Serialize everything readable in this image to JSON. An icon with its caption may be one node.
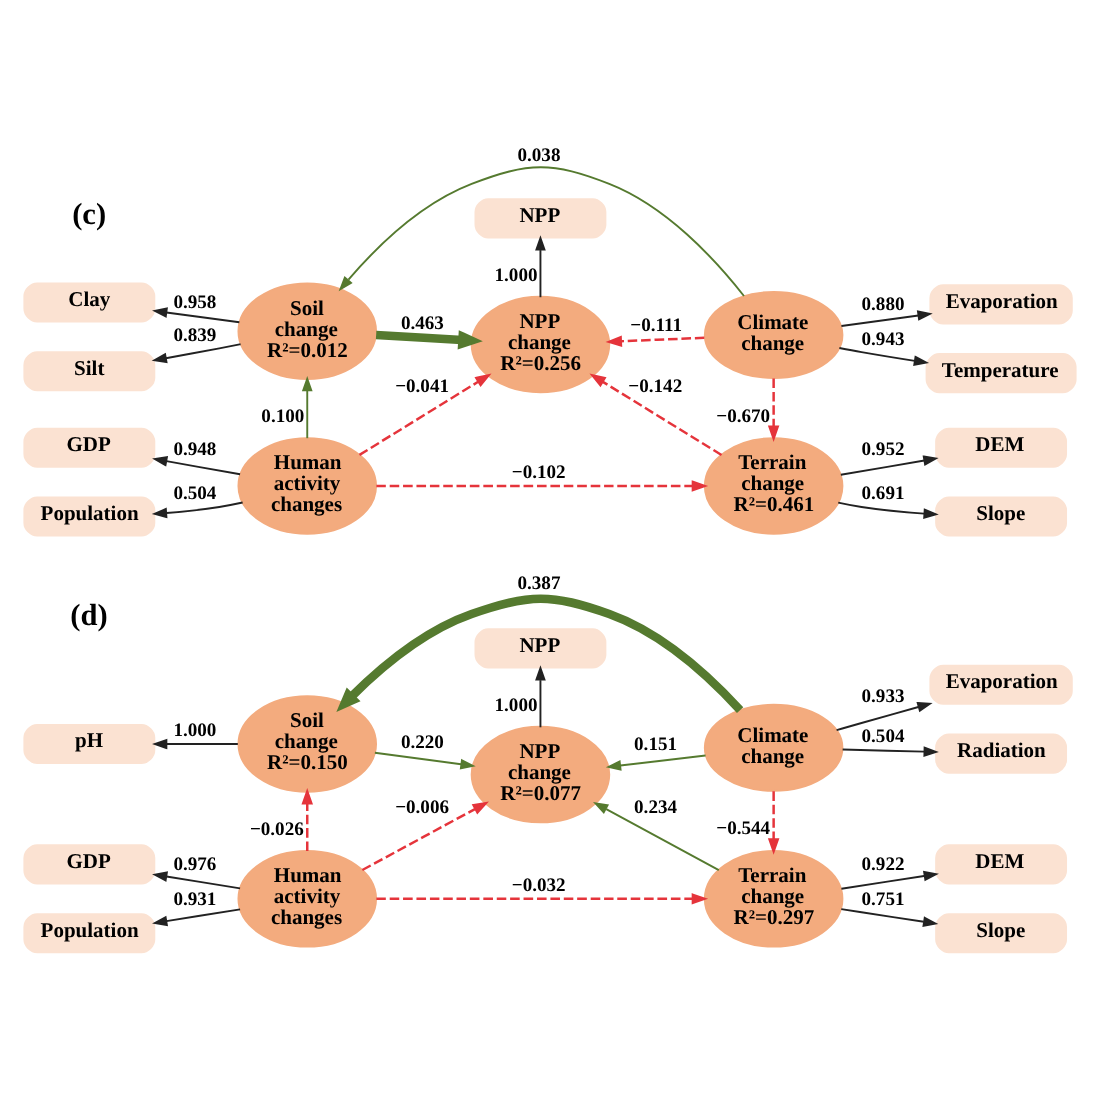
{
  "diagram": {
    "nodes": [
      {
        "text": [
          "Clay"
        ]
      },
      {
        "text": [
          "Silt"
        ]
      },
      {
        "text": [
          "Soil change",
          "R²=0.012"
        ]
      },
      {
        "text": [
          "Climate change"
        ]
      },
      {
        "text": [
          "Evaporation"
        ]
      },
      {
        "text": [
          "Temperature"
        ]
      },
      {
        "text": [
          "NPP"
        ]
      },
      {
        "text": [
          "NPP change",
          "R²=0.256"
        ]
      },
      {
        "text": [
          "GDP"
        ]
      },
      {
        "text": [
          "Population"
        ]
      },
      {
        "text": [
          "Human activity changes"
        ]
      },
      {
        "text": [
          "Terrain change",
          "R²=0.461"
        ]
      },
      {
        "text": [
          "DEM"
        ]
      },
      {
        "text": [
          "Slope"
        ]
      },
      {
        "text": [
          "pH"
        ]
      },
      {
        "text": [
          "Soil change",
          "R²=0.150"
        ]
      },
      {
        "text": [
          "Climate change"
        ]
      },
      {
        "text": [
          "Evaporation"
        ]
      },
      {
        "text": [
          "Radiation"
        ]
      },
      {
        "text": [
          "NPP"
        ]
      },
      {
        "text": [
          "NPP change",
          "R²=0.077"
        ]
      },
      {
        "text": [
          "GDP"
        ]
      },
      {
        "text": [
          "Population"
        ]
      },
      {
        "text": [
          "Human activity changes"
        ]
      },
      {
        "text": [
          "Terrain change",
          "R²=0.297"
        ]
      },
      {
        "text": [
          "DEM"
        ]
      },
      {
        "text": [
          "Slope"
        ]
      }
    ],
    "edges": [
      {
        "from": 2,
        "to": 0,
        "arrow": "to",
        "label": "0.958"
      },
      {
        "from": 2,
        "to": 1,
        "arrow": "to",
        "label": "0.839"
      },
      {
        "from": 3,
        "to": 2,
        "arrow": "to",
        "label": "0.038",
        "color": "#557a2f"
      },
      {
        "from": 3,
        "to": 4,
        "arrow": "to",
        "label": "0.880"
      },
      {
        "from": 3,
        "to": 5,
        "arrow": "to",
        "label": "0.943"
      },
      {
        "from": 2,
        "to": 7,
        "arrow": "to",
        "label": "0.463",
        "style": "thick",
        "color": "#557a2f"
      },
      {
        "from": 3,
        "to": 7,
        "arrow": "to",
        "label": "−0.111",
        "style": "dashed",
        "color": "#e5343b"
      },
      {
        "from": 7,
        "to": 6,
        "arrow": "to",
        "label": "1.000"
      },
      {
        "from": 3,
        "to": 11,
        "arrow": "to",
        "label": "−0.670",
        "style": "dashed",
        "color": "#e5343b"
      },
      {
        "from": 10,
        "to": 2,
        "arrow": "to",
        "label": "0.100",
        "color": "#557a2f"
      },
      {
        "from": 10,
        "to": 7,
        "arrow": "to",
        "label": "−0.041",
        "style": "dashed",
        "color": "#e5343b"
      },
      {
        "from": 11,
        "to": 7,
        "arrow": "to",
        "label": "−0.142",
        "style": "dashed",
        "color": "#e5343b"
      },
      {
        "from": 10,
        "to": 11,
        "arrow": "to",
        "label": "−0.102",
        "style": "dashed",
        "color": "#e5343b"
      },
      {
        "from": 10,
        "to": 8,
        "arrow": "to",
        "label": "0.948"
      },
      {
        "from": 10,
        "to": 9,
        "arrow": "to",
        "label": "0.504"
      },
      {
        "from": 11,
        "to": 12,
        "arrow": "to",
        "label": "0.952"
      },
      {
        "from": 11,
        "to": 13,
        "arrow": "to",
        "label": "0.691"
      },
      {
        "from": 15,
        "to": 14,
        "arrow": "to",
        "label": "1.000"
      },
      {
        "from": 16,
        "to": 15,
        "arrow": "to",
        "label": "0.387",
        "style": "thick",
        "color": "#557a2f"
      },
      {
        "from": 16,
        "to": 17,
        "arrow": "to",
        "label": "0.933"
      },
      {
        "from": 16,
        "to": 18,
        "arrow": "to",
        "label": "0.504"
      },
      {
        "from": 15,
        "to": 20,
        "arrow": "to",
        "label": "0.220",
        "color": "#557a2f"
      },
      {
        "from": 16,
        "to": 20,
        "arrow": "to",
        "label": "0.151",
        "color": "#557a2f"
      },
      {
        "from": 20,
        "to": 19,
        "arrow": "to",
        "label": "1.000"
      },
      {
        "from": 16,
        "to": 24,
        "arrow": "to",
        "label": "−0.544",
        "style": "dashed",
        "color": "#e5343b"
      },
      {
        "from": 23,
        "to": 15,
        "arrow": "to",
        "label": "−0.026",
        "style": "dashed",
        "color": "#e5343b"
      },
      {
        "from": 23,
        "to": 20,
        "arrow": "to",
        "label": "−0.006",
        "style": "dashed",
        "color": "#e5343b"
      },
      {
        "from": 24,
        "to": 20,
        "arrow": "to",
        "label": "0.234",
        "color": "#557a2f"
      },
      {
        "from": 23,
        "to": 24,
        "arrow": "to",
        "label": "−0.032",
        "style": "dashed",
        "color": "#e5343b"
      },
      {
        "from": 23,
        "to": 21,
        "arrow": "to",
        "label": "0.976"
      },
      {
        "from": 23,
        "to": 22,
        "arrow": "to",
        "label": "0.931"
      },
      {
        "from": 24,
        "to": 25,
        "arrow": "to",
        "label": "0.922"
      },
      {
        "from": 24,
        "to": 26,
        "arrow": "to",
        "label": "0.751"
      }
    ],
    "labels": [
      "(c)",
      "(d)"
    ]
  }
}
